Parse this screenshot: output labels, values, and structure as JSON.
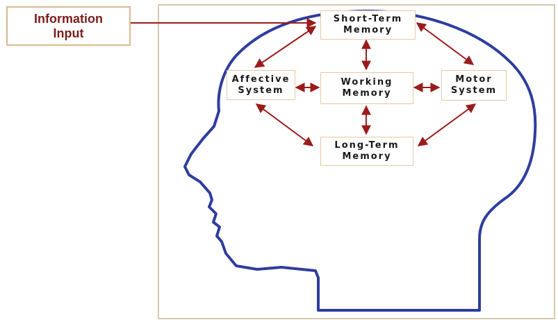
{
  "diagram": {
    "input_label": [
      "Information",
      "Input"
    ],
    "nodes": {
      "short_term": [
        "Short-Term",
        "Memory"
      ],
      "affective": [
        "Affective",
        "System"
      ],
      "working": [
        "Working",
        "Memory"
      ],
      "motor": [
        "Motor",
        "System"
      ],
      "long_term": [
        "Long-Term",
        "Memory"
      ]
    },
    "edges": [
      {
        "from": "information-input",
        "to": "short-term-memory",
        "type": "one-way"
      },
      {
        "from": "short-term-memory",
        "to": "affective-system",
        "type": "two-way"
      },
      {
        "from": "short-term-memory",
        "to": "working-memory",
        "type": "two-way"
      },
      {
        "from": "short-term-memory",
        "to": "motor-system",
        "type": "two-way"
      },
      {
        "from": "affective-system",
        "to": "working-memory",
        "type": "two-way"
      },
      {
        "from": "working-memory",
        "to": "motor-system",
        "type": "two-way"
      },
      {
        "from": "working-memory",
        "to": "long-term-memory",
        "type": "two-way"
      },
      {
        "from": "affective-system",
        "to": "long-term-memory",
        "type": "two-way"
      },
      {
        "from": "motor-system",
        "to": "long-term-memory",
        "type": "two-way"
      }
    ],
    "colors": {
      "head_outline": "#2e3d9e",
      "arrow": "#9b1b1b",
      "box_border": "#e6c7a4",
      "frame": "#d8c7ae",
      "input_text": "#7b1d1d"
    }
  }
}
